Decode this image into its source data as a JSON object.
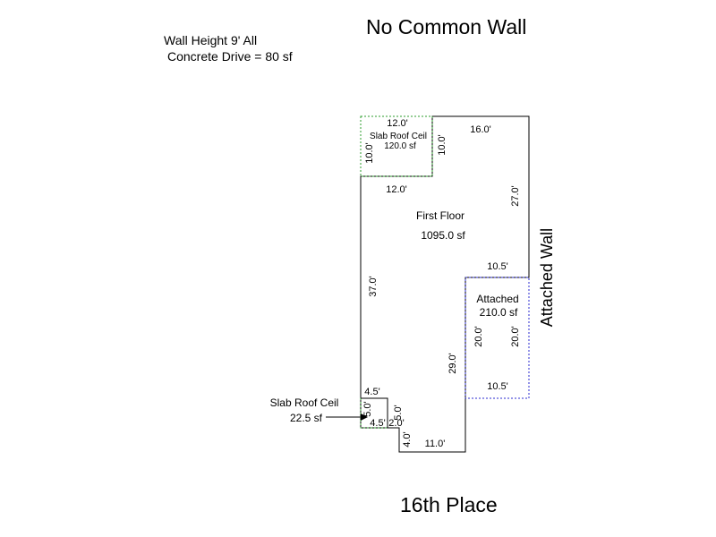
{
  "header": {
    "title": "No Common Wall",
    "note_wall_height": "Wall Height 9' All",
    "note_drive": "Concrete Drive = 80 sf"
  },
  "footer": {
    "street": "16th Place"
  },
  "side_label": "Attached Wall",
  "areas": {
    "first_floor": {
      "name": "First Floor",
      "area": "1095.0 sf"
    },
    "slab_top": {
      "name": "Slab Roof Ceil",
      "area": "120.0 sf"
    },
    "attached": {
      "name": "Attached",
      "area": "210.0 sf"
    },
    "slab_small": {
      "name": "Slab Roof Ceil",
      "area": "22.5 sf"
    }
  },
  "dimensions": {
    "slab_top_width": "12.0'",
    "slab_top_left": "10.0'",
    "slab_top_right": "10.0'",
    "slab_top_bottom": "12.0'",
    "top_right_width": "16.0'",
    "right_upper": "27.0'",
    "left_wall": "37.0'",
    "attached_top": "10.5'",
    "attached_left": "20.0'",
    "attached_right": "20.0'",
    "attached_bottom": "10.5'",
    "inner_right": "29.0'",
    "small_top": "4.5'",
    "small_left": "5.0'",
    "small_right": "5.0'",
    "small_bottom": "4.5'",
    "small_step": "2.0'",
    "bottom_left": "4.0'",
    "bottom_width": "11.0'"
  },
  "colors": {
    "outline": "#000000",
    "slab_dotted": "#2e9e2e",
    "attached_dotted": "#2b2bd0"
  }
}
